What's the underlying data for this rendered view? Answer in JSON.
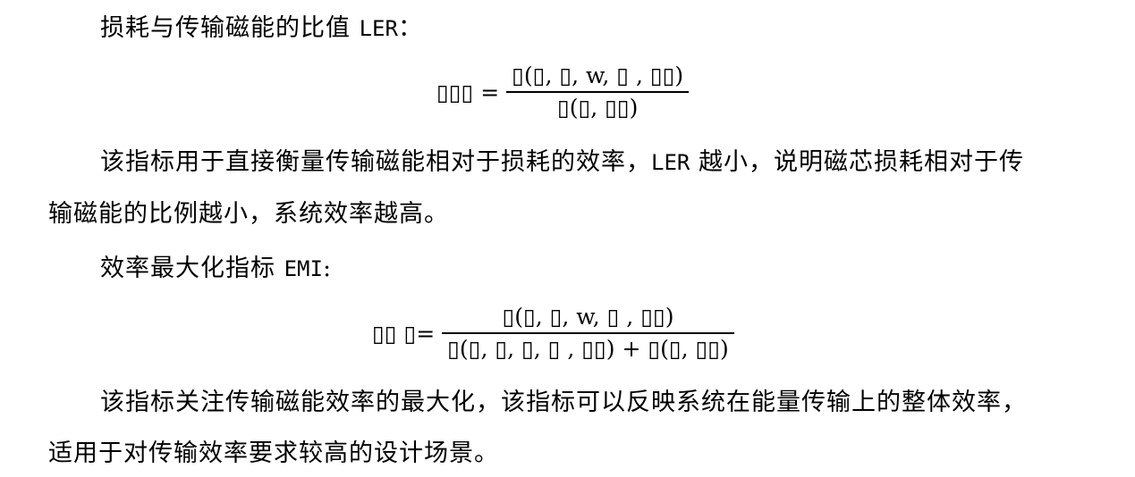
{
  "paragraph1": {
    "lead": "损耗与传输磁能的比值",
    "term": "LER",
    "colon": "："
  },
  "equation1": {
    "lhs": "▯▯▯ =",
    "numerator": "▯(▯, ▯, w, ▯ , ▯▯)",
    "denominator": "▯(▯, ▯▯)"
  },
  "paragraph2": {
    "line1_a": "该指标用于直接衡量传输磁能相对于损耗的效率，",
    "line1_term": "LER",
    "line1_b": " 越小，说明磁芯损耗相对于传",
    "line2": "输磁能的比例越小，系统效率越高。"
  },
  "paragraph3": {
    "lead": "效率最大化指标",
    "term": "EMI",
    "colon": ":"
  },
  "equation2": {
    "lhs": "▯▯ ▯=",
    "numerator": "▯(▯, ▯, w, ▯ , ▯▯)",
    "denominator": "▯(▯, ▯, ▯, ▯ , ▯▯) + ▯(▯, ▯▯)"
  },
  "paragraph4": {
    "line1": "该指标关注传输磁能效率的最大化，该指标可以反映系统在能量传输上的整体效率，",
    "line2": "适用于对传输效率要求较高的设计场景。"
  }
}
